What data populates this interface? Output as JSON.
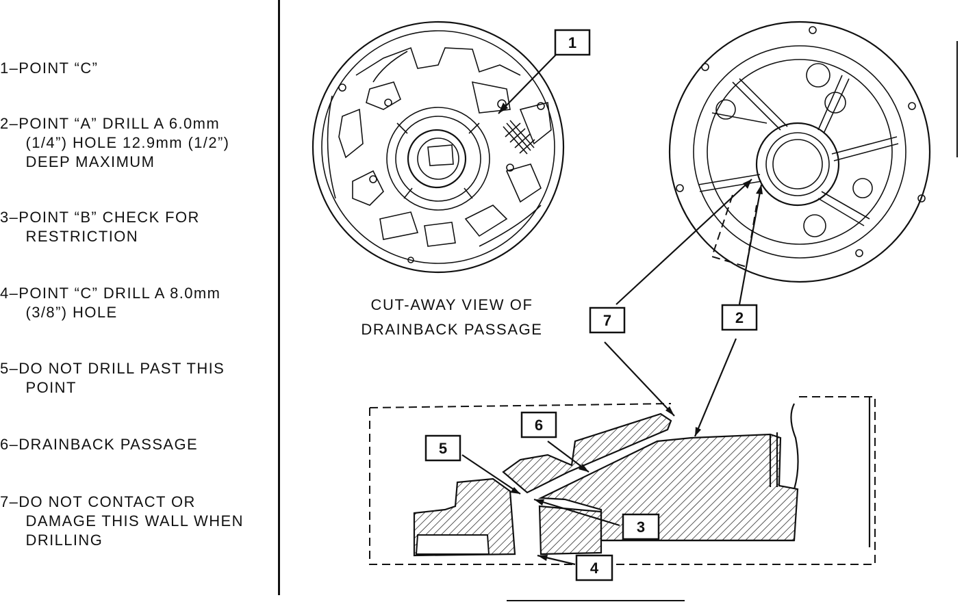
{
  "legend": {
    "items": [
      {
        "text": "1–POINT “C”"
      },
      {
        "text": "2–POINT “A” DRILL A 6.0mm\n     (1/4”) HOLE 12.9mm (1/2”)\n     DEEP MAXIMUM"
      },
      {
        "text": "3–POINT “B” CHECK FOR\n     RESTRICTION"
      },
      {
        "text": "4–POINT “C” DRILL A 8.0mm\n     (3/8”) HOLE"
      },
      {
        "text": "5–DO NOT DRILL PAST THIS\n     POINT"
      },
      {
        "text": "6–DRAINBACK PASSAGE"
      },
      {
        "text": "7–DO NOT CONTACT OR\n     DAMAGE THIS WALL WHEN\n     DRILLING"
      }
    ]
  },
  "caption": {
    "line1": "CUT-AWAY VIEW OF",
    "line2": "DRAINBACK PASSAGE"
  },
  "callouts": {
    "c1": "1",
    "c2": "2",
    "c3": "3",
    "c4": "4",
    "c5": "5",
    "c6": "6",
    "c7": "7"
  }
}
